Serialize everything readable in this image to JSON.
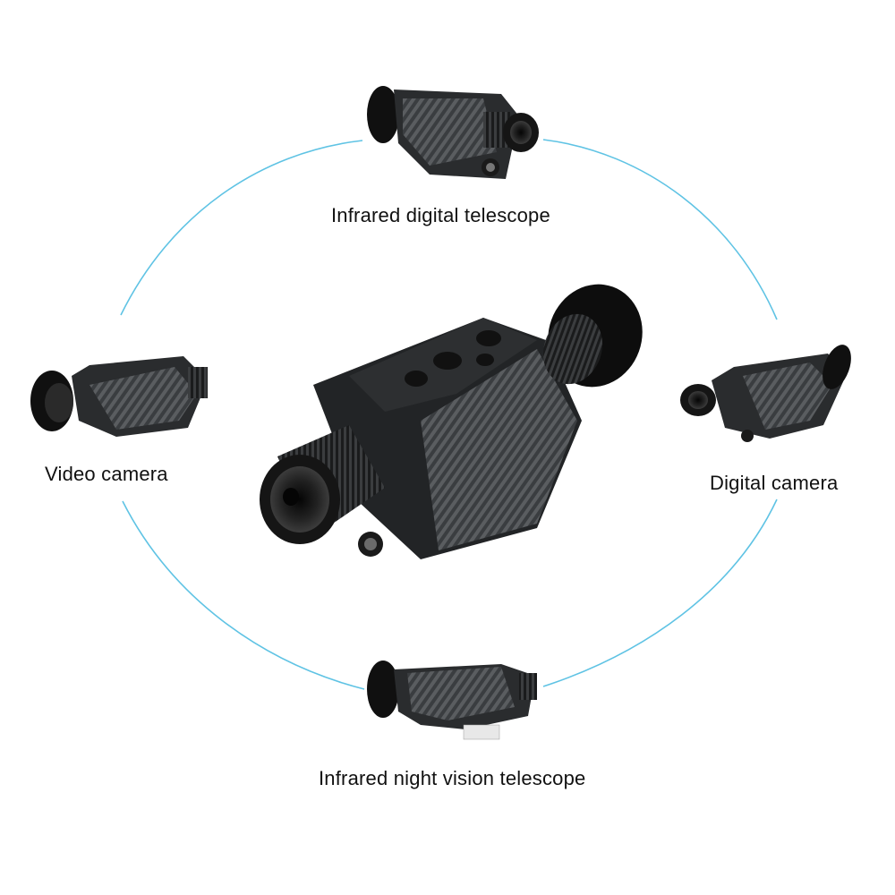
{
  "colors": {
    "ring": "#5fc3e4",
    "device_body": "#222426",
    "carbon_fiber": "#5a5d60",
    "background": "#ffffff"
  },
  "labels": {
    "top": "Infrared digital telescope",
    "left": "Video camera",
    "right": "Digital camera",
    "bottom": "Infrared night vision telescope"
  },
  "icons": {
    "center": "night-vision-monocular-icon",
    "top": "monocular-top-icon",
    "left": "monocular-left-icon",
    "right": "monocular-right-icon",
    "bottom": "monocular-bottom-icon"
  }
}
